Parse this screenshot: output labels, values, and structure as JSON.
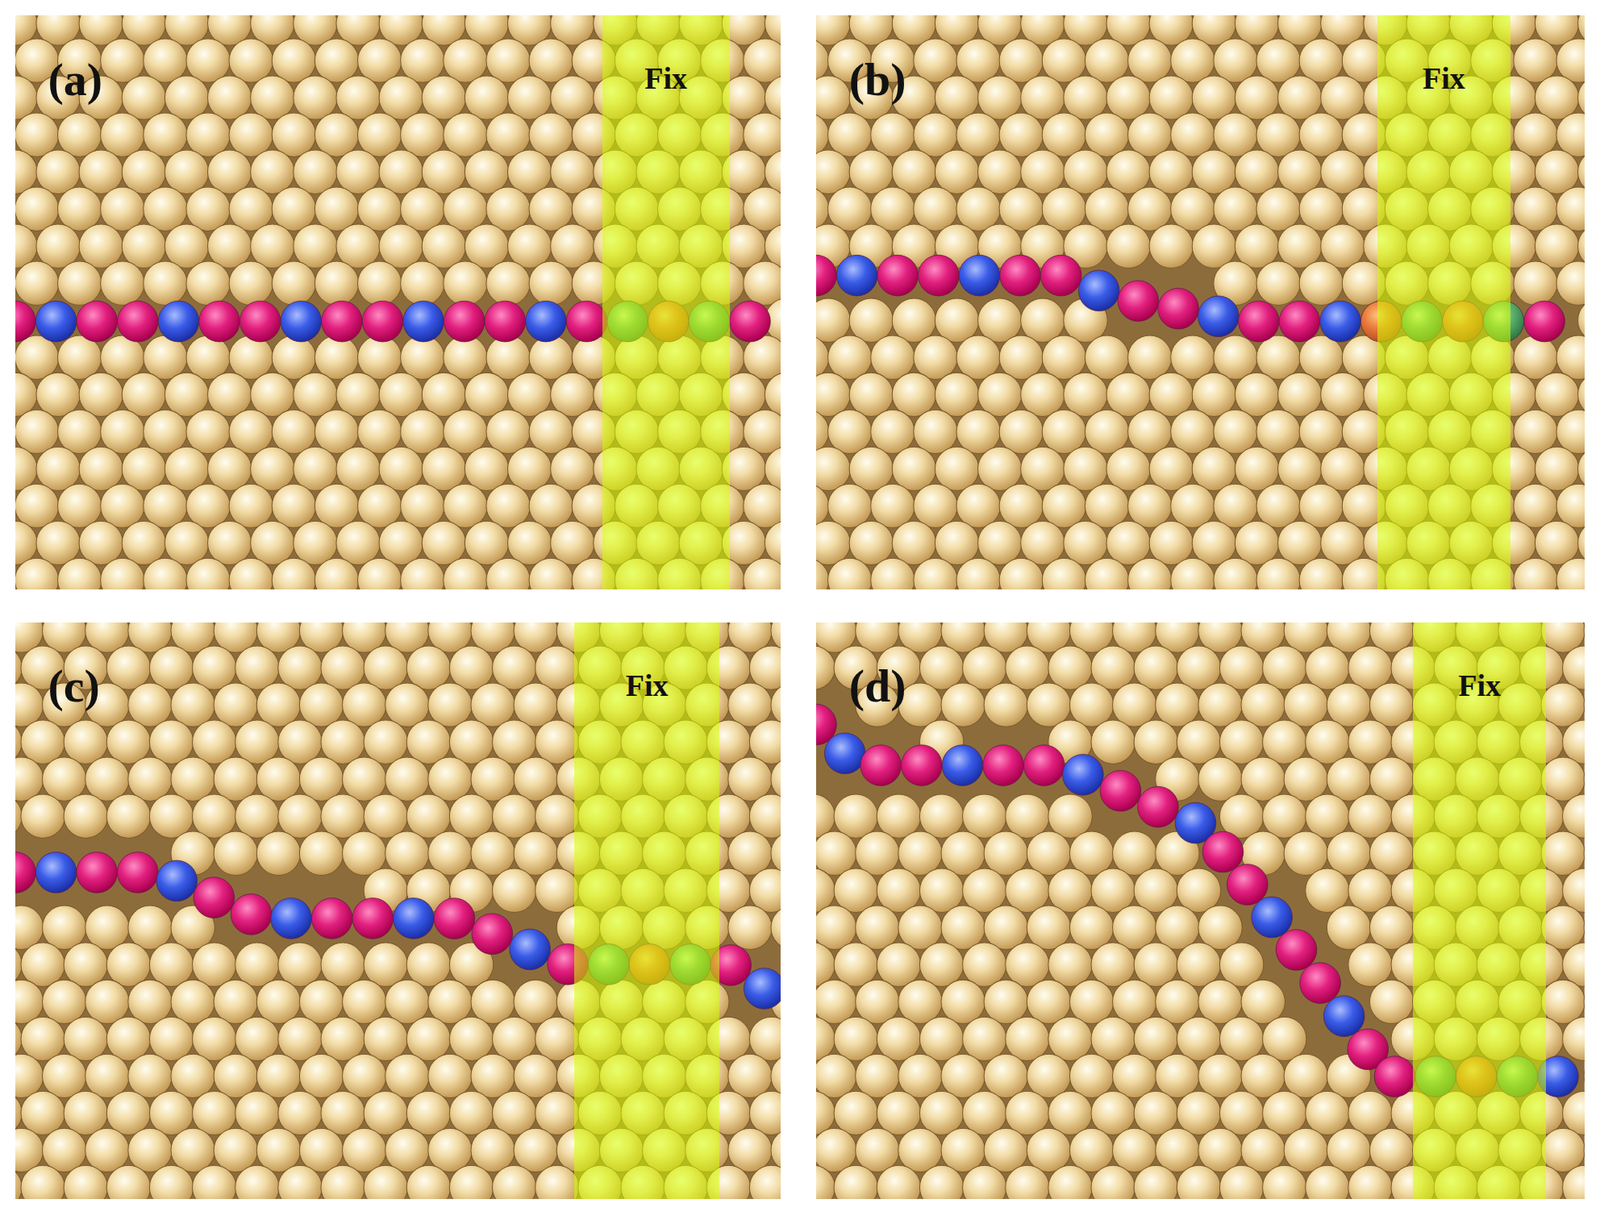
{
  "diagram": {
    "nodes": [
      {
        "text": [
          "Fix"
        ]
      },
      {
        "text": [
          "Fix"
        ]
      },
      {
        "text": [
          "Fix"
        ]
      },
      {
        "text": [
          "Fix"
        ]
      }
    ],
    "labels": [
      "(a)",
      "(b)",
      "(c)",
      "(d)"
    ]
  }
}
